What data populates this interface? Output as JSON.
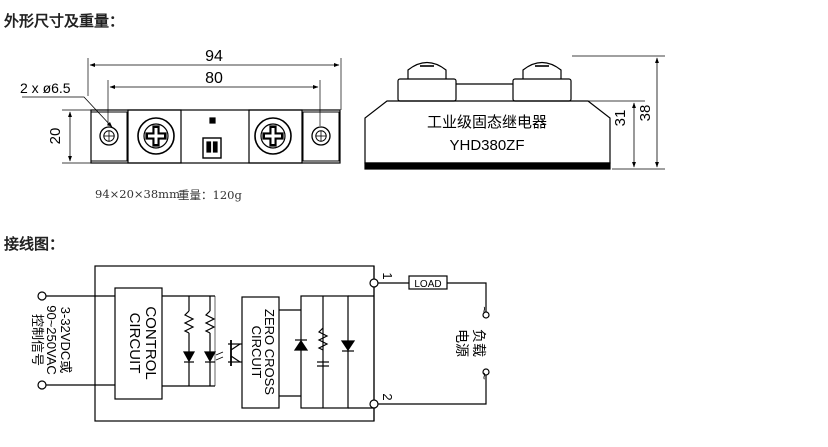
{
  "headings": {
    "dimensions": "外形尺寸及重量：",
    "wiring": "接线图："
  },
  "specs": {
    "size": "94×20×38mm",
    "weight": "重量：120g"
  },
  "drawing": {
    "width_overall": "94",
    "hole_pitch": "80",
    "holes": "2 x ø6.5",
    "height_top_view": "20",
    "body_height": "31",
    "total_height": "38",
    "product_label": "工业级固态继电器",
    "model": "YHD380ZF"
  },
  "wiring": {
    "control_input": "3-32VDC或",
    "control_input_2": "90~250VAC",
    "control_input_3": "控制信号",
    "control_block_1": "CONTROL",
    "control_block_2": "CIRCUIT",
    "zero_cross_1": "ZERO CROSS",
    "zero_cross_2": "CIRCUIT",
    "terminal_1": "1",
    "terminal_2": "2",
    "load": "LOAD",
    "load_side_1": "负载",
    "load_side_2": "电源",
    "tilde": "~"
  }
}
